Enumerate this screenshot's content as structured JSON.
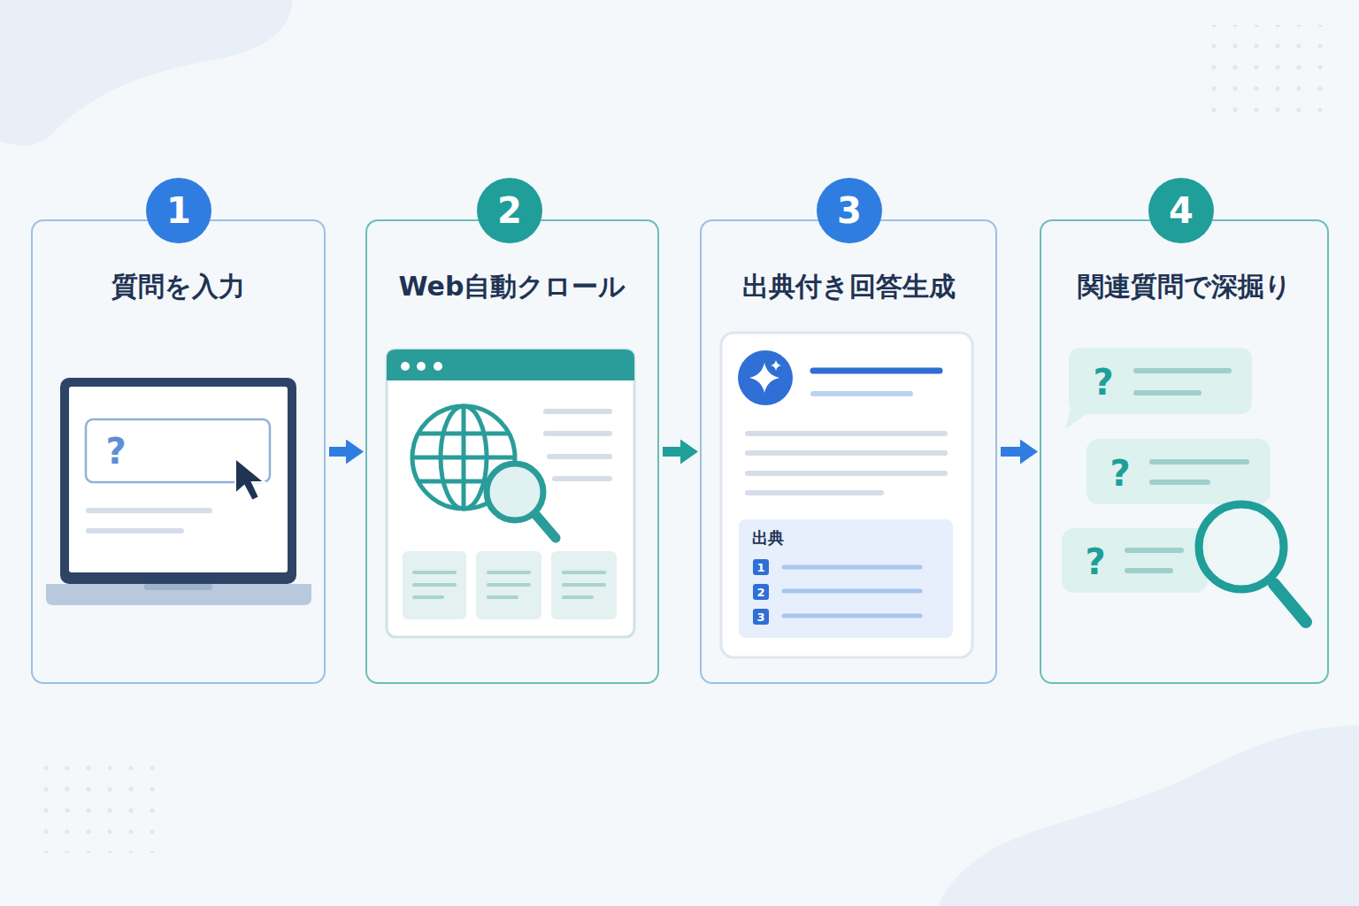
{
  "diagram": {
    "nodes": [
      {
        "text": [
          "質問を入力"
        ]
      },
      {
        "text": [
          "1"
        ],
        "in": 0
      },
      {
        "text": [
          "Web自動クロール"
        ]
      },
      {
        "text": [
          "2"
        ],
        "in": 2
      },
      {
        "text": [
          "出典付き回答生成"
        ]
      },
      {
        "text": [
          "3"
        ],
        "in": 4
      },
      {
        "text": [
          "関連質問で深掘り"
        ]
      },
      {
        "text": [
          "4"
        ],
        "in": 6
      }
    ],
    "edges": [
      {
        "from": 0,
        "to": 2,
        "arrow": "to"
      },
      {
        "from": 2,
        "to": 4,
        "arrow": "to"
      },
      {
        "from": 4,
        "to": 6,
        "arrow": "to"
      }
    ],
    "labels": [
      "?",
      "出典",
      "1",
      "2",
      "3",
      "?",
      "?",
      "?"
    ]
  }
}
